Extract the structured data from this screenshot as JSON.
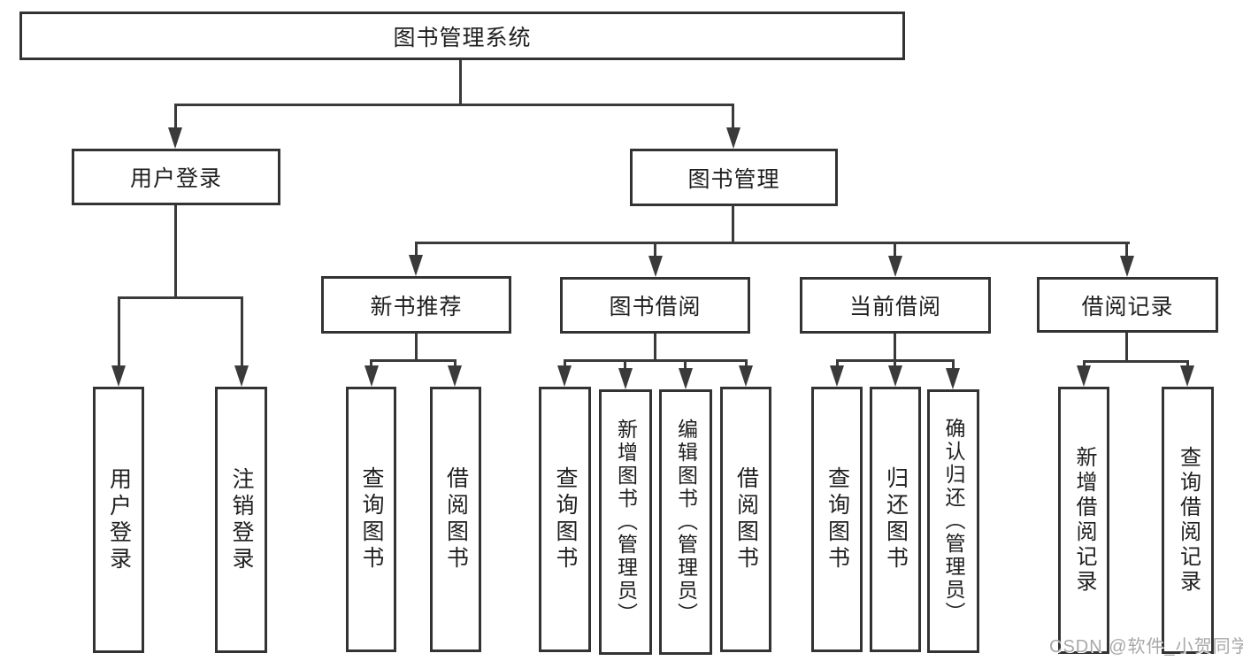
{
  "diagram": {
    "root": {
      "label": "图书管理系统"
    },
    "level2": [
      {
        "id": "user-login",
        "label": "用户登录"
      },
      {
        "id": "book-management",
        "label": "图书管理"
      }
    ],
    "level3": [
      {
        "id": "new-book-recommend",
        "label": "新书推荐",
        "parent": "图书管理"
      },
      {
        "id": "book-borrowing",
        "label": "图书借阅",
        "parent": "图书管理"
      },
      {
        "id": "current-borrowing",
        "label": "当前借阅",
        "parent": "图书管理"
      },
      {
        "id": "borrowing-records",
        "label": "借阅记录",
        "parent": "图书管理"
      }
    ],
    "leaves": [
      {
        "parent": "用户登录",
        "label": "用户登录"
      },
      {
        "parent": "用户登录",
        "label": "注销登录"
      },
      {
        "parent": "新书推荐",
        "label": "查询图书"
      },
      {
        "parent": "新书推荐",
        "label": "借阅图书"
      },
      {
        "parent": "图书借阅",
        "label": "查询图书"
      },
      {
        "parent": "图书借阅",
        "label": "新增图书（管理员）"
      },
      {
        "parent": "图书借阅",
        "label": "编辑图书（管理员）"
      },
      {
        "parent": "图书借阅",
        "label": "借阅图书"
      },
      {
        "parent": "当前借阅",
        "label": "查询图书"
      },
      {
        "parent": "当前借阅",
        "label": "归还图书"
      },
      {
        "parent": "当前借阅",
        "label": "确认归还（管理员）"
      },
      {
        "parent": "借阅记录",
        "label": "新增借阅记录"
      },
      {
        "parent": "借阅记录",
        "label": "查询借阅记录"
      }
    ],
    "watermark": "CSDN @软件_小贺同学",
    "colors": {
      "line": "#3a3a3a",
      "border": "#333333",
      "text": "#1f1f1f",
      "watermark": "#a8a8a8",
      "background": "#ffffff"
    }
  }
}
